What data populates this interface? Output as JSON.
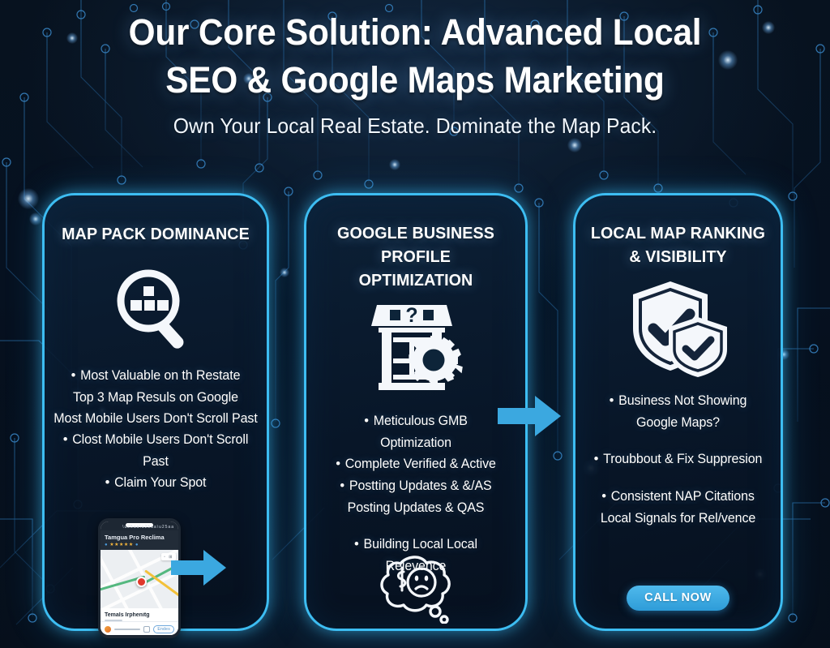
{
  "header": {
    "title_line1": "Our Core Solution: Advanced Local",
    "title_line2": "SEO & Google Maps Marketing",
    "subtitle": "Own Your Local Real Estate. Dominate the Map Pack."
  },
  "colors": {
    "background": "#07121f",
    "card_border": "#3dbdf2",
    "accent": "#3dbdf2",
    "arrow": "#3BA8E0",
    "cta": "#2e9cd8",
    "text": "#ffffff"
  },
  "cards": [
    {
      "id": "map-pack-dominance",
      "heading": "MAP PACK DOMINANCE",
      "icon": "magnifier-map-grid-icon",
      "bullets": [
        {
          "text": "Most Valuable on th Restate",
          "bullet": true
        },
        {
          "text": "Top 3 Map Resuls on Google",
          "bullet": false
        },
        {
          "text": "Most Mobile Users Don't Scroll Past",
          "bullet": false
        },
        {
          "text": "Clost Mobile Users Don't Scroll Past",
          "bullet": true
        },
        {
          "text": "Claim Your Spot",
          "bullet": true
        }
      ],
      "phone": {
        "business_name": "Tamgua Pro Reclima",
        "stars": "★★★★★",
        "map_chip": "▫ ⊞",
        "listing_title": "Temals Irphenitg",
        "foot_button": "Endes"
      }
    },
    {
      "id": "google-business-profile-optimization",
      "heading_line1": "GOOGLE BUSINESS PROFILE",
      "heading_line2": "OPTIMIZATION",
      "icon": "storefront-gear-icon",
      "bullets": [
        {
          "text": "Meticulous GMB",
          "bullet": true
        },
        {
          "text": "Optimization",
          "bullet": false
        },
        {
          "text": "Complete Verified & Active",
          "bullet": true
        },
        {
          "text": "Postting Updates & &/AS",
          "bullet": true
        },
        {
          "text": "Posting Updates & QAS",
          "bullet": false
        },
        {
          "text": "Building Local Local",
          "bullet": true,
          "gap": true
        },
        {
          "text": "Relevence",
          "bullet": false
        }
      ],
      "footer_icon": "thought-bubble-sad-money-icon"
    },
    {
      "id": "local-map-ranking-visibility",
      "heading_line1": "LOCAL MAP RANKING",
      "heading_line2": "& VISIBILITY",
      "icon": "double-shield-check-icon",
      "bullets": [
        {
          "text": "Business Not Showing",
          "bullet": true
        },
        {
          "text": "Google Maps?",
          "bullet": false
        },
        {
          "text": "Troubbout & Fix Suppresion",
          "bullet": true,
          "gap": true
        },
        {
          "text": "Consistent NAP Citations",
          "bullet": true,
          "gap": true
        },
        {
          "text": "Local Signals for Rel/vence",
          "bullet": false
        }
      ],
      "cta_label": "CALL NOW"
    }
  ],
  "connectors": [
    {
      "name": "arrow-card2-to-card3",
      "icon": "right-arrow-icon"
    },
    {
      "name": "arrow-phone-right",
      "icon": "right-arrow-icon"
    }
  ]
}
